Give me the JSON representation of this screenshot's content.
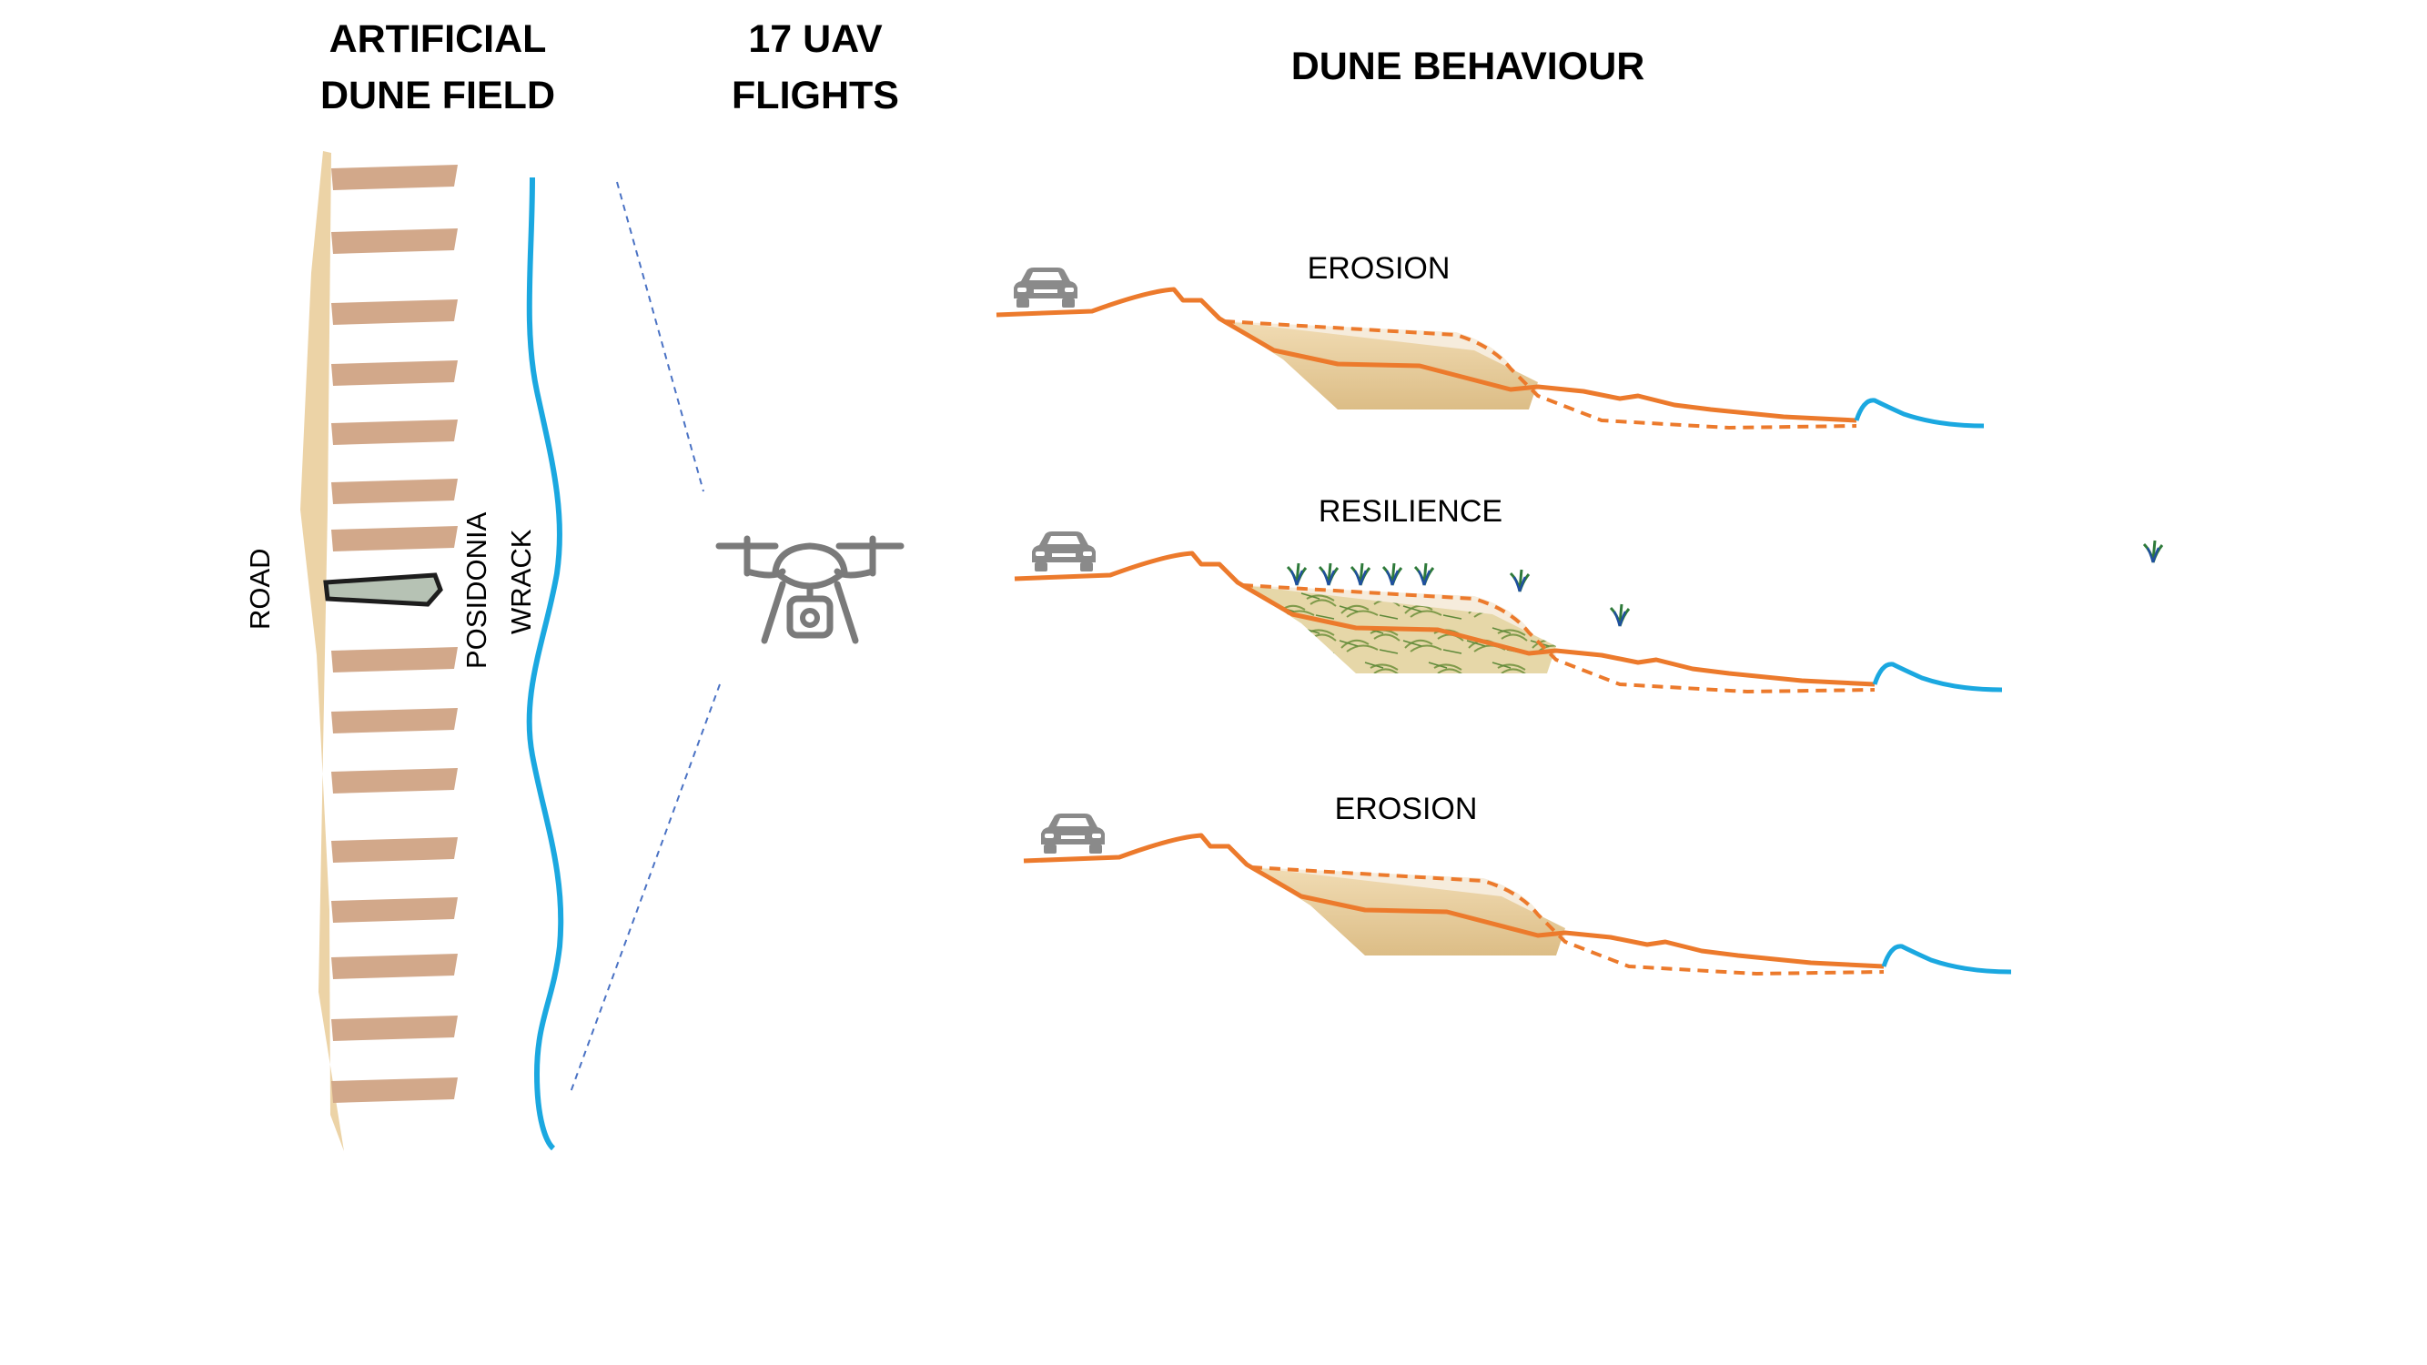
{
  "headings": {
    "dune_field": [
      "ARTIFICIAL",
      "DUNE FIELD"
    ],
    "uav": [
      "17 UAV",
      "FLIGHTS"
    ],
    "behaviour": "DUNE BEHAVIOUR"
  },
  "field_labels": {
    "road": "ROAD",
    "wrack": [
      "POSIDONIA",
      "WRACK"
    ]
  },
  "profiles": [
    {
      "label": "EROSION",
      "vegetated": false
    },
    {
      "label": "RESILIENCE",
      "vegetated": true
    },
    {
      "label": "EROSION",
      "vegetated": false
    }
  ],
  "icons": {
    "vehicle": "car-icon",
    "aircraft": "drone-icon",
    "plant": "dune-plant-icon"
  },
  "colors": {
    "road_sand": "#ecd3a6",
    "dune_block": "#d2a88a",
    "wrack": "#b6c2b4",
    "shoreline": "#1ba8e0",
    "profile_line": "#ec7a2c",
    "sand_fill": "#e8cf9c",
    "icon_gray": "#7a7a7a"
  }
}
